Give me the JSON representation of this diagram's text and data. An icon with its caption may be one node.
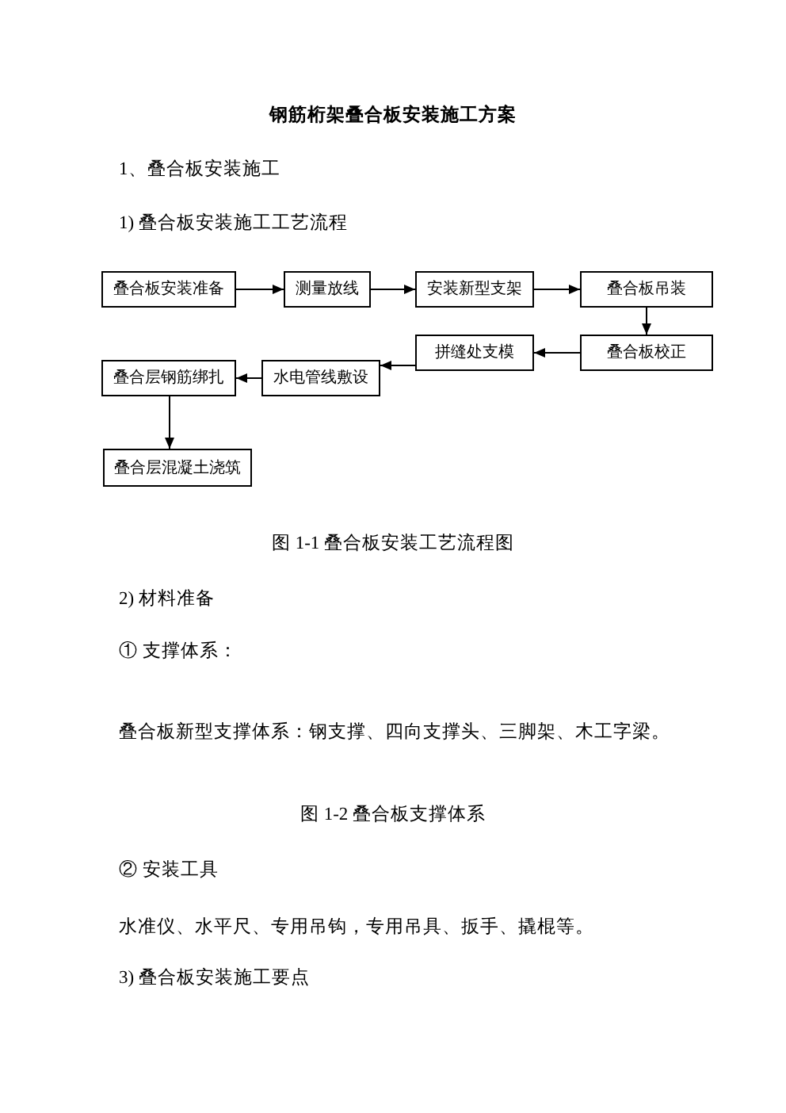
{
  "diagram": {
    "title": "钢筋桁架叠合板安装施工方案",
    "caption": "图 1-1 叠合板安装工艺流程图",
    "nodes": [
      {
        "text": [
          "叠合板安装准备"
        ]
      },
      {
        "text": [
          "测量放线"
        ]
      },
      {
        "text": [
          "安装新型支架"
        ]
      },
      {
        "text": [
          "叠合板吊装"
        ]
      },
      {
        "text": [
          "叠合板校正"
        ]
      },
      {
        "text": [
          "拼缝处支模"
        ]
      },
      {
        "text": [
          "水电管线敷设"
        ]
      },
      {
        "text": [
          "叠合层钢筋绑扎"
        ]
      },
      {
        "text": [
          "叠合层混凝土浇筑"
        ]
      }
    ],
    "edges": [
      {
        "from": 0,
        "to": 1,
        "arrow": "to"
      },
      {
        "from": 1,
        "to": 2,
        "arrow": "to"
      },
      {
        "from": 2,
        "to": 3,
        "arrow": "to"
      },
      {
        "from": 3,
        "to": 4,
        "arrow": "to"
      },
      {
        "from": 4,
        "to": 5,
        "arrow": "to"
      },
      {
        "from": 5,
        "to": 6,
        "arrow": "to"
      },
      {
        "from": 6,
        "to": 7,
        "arrow": "to"
      },
      {
        "from": 7,
        "to": 8,
        "arrow": "to"
      }
    ],
    "labels": [
      "1、叠合板安装施工",
      "1) 叠合板安装施工工艺流程",
      "2) 材料准备",
      "① 支撑体系：",
      "叠合板新型支撑体系：钢支撑、四向支撑头、三脚架、木工字梁。",
      "图 1-2 叠合板支撑体系",
      "② 安装工具",
      "水准仪、水平尺、专用吊钩，专用吊具、扳手、撬棍等。",
      "3) 叠合板安装施工要点"
    ]
  }
}
